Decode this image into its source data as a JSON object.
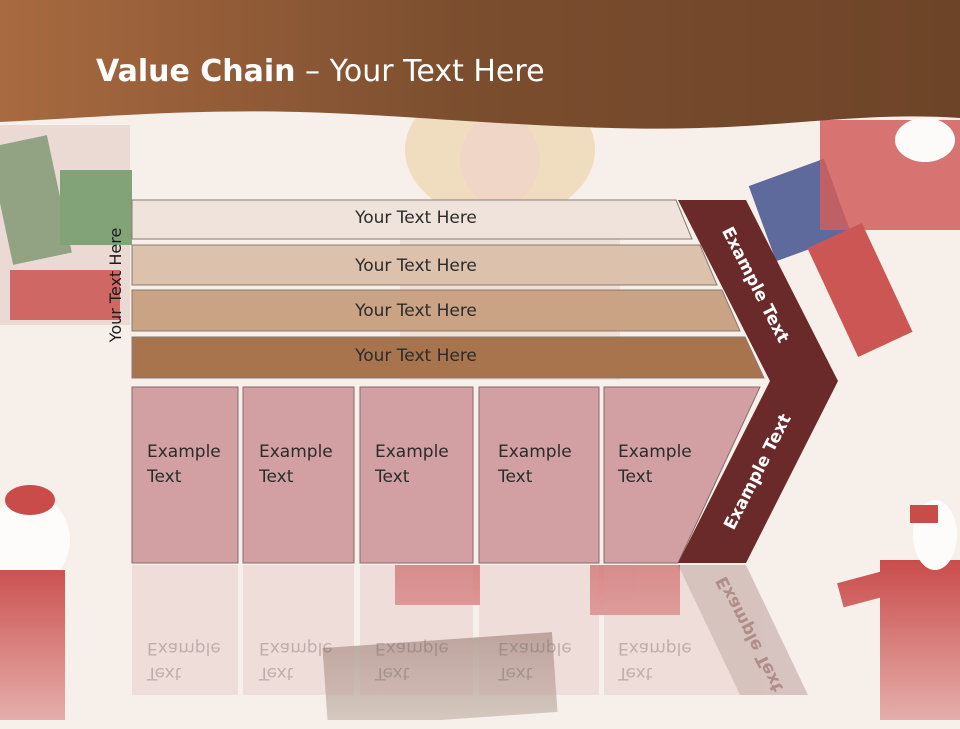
{
  "slide": {
    "title_bold": "Value Chain",
    "title_rest": " – Your Text Here",
    "side_label": "Your Text Here"
  },
  "bars": [
    {
      "label": "Your Text Here",
      "color": "#f0e3dc"
    },
    {
      "label": "Your Text Here",
      "color": "#dcc1ad"
    },
    {
      "label": "Your Text Here",
      "color": "#c9a383"
    },
    {
      "label": "Your Text Here",
      "color": "#a8744e"
    }
  ],
  "boxes": [
    {
      "line1": "Example",
      "line2": "Text"
    },
    {
      "line1": "Example",
      "line2": "Text"
    },
    {
      "line1": "Example",
      "line2": "Text"
    },
    {
      "line1": "Example",
      "line2": "Text"
    },
    {
      "line1": "Example",
      "line2": "Text"
    }
  ],
  "chevron": {
    "upper_label": "Example Text",
    "lower_label": "Example Text",
    "color": "#6b2a2a"
  },
  "colors": {
    "header": "#7a4a2e",
    "box_fill": "#d2a0a2",
    "background": "#f7efe9"
  },
  "background_motif": "christmas-santa-photos"
}
